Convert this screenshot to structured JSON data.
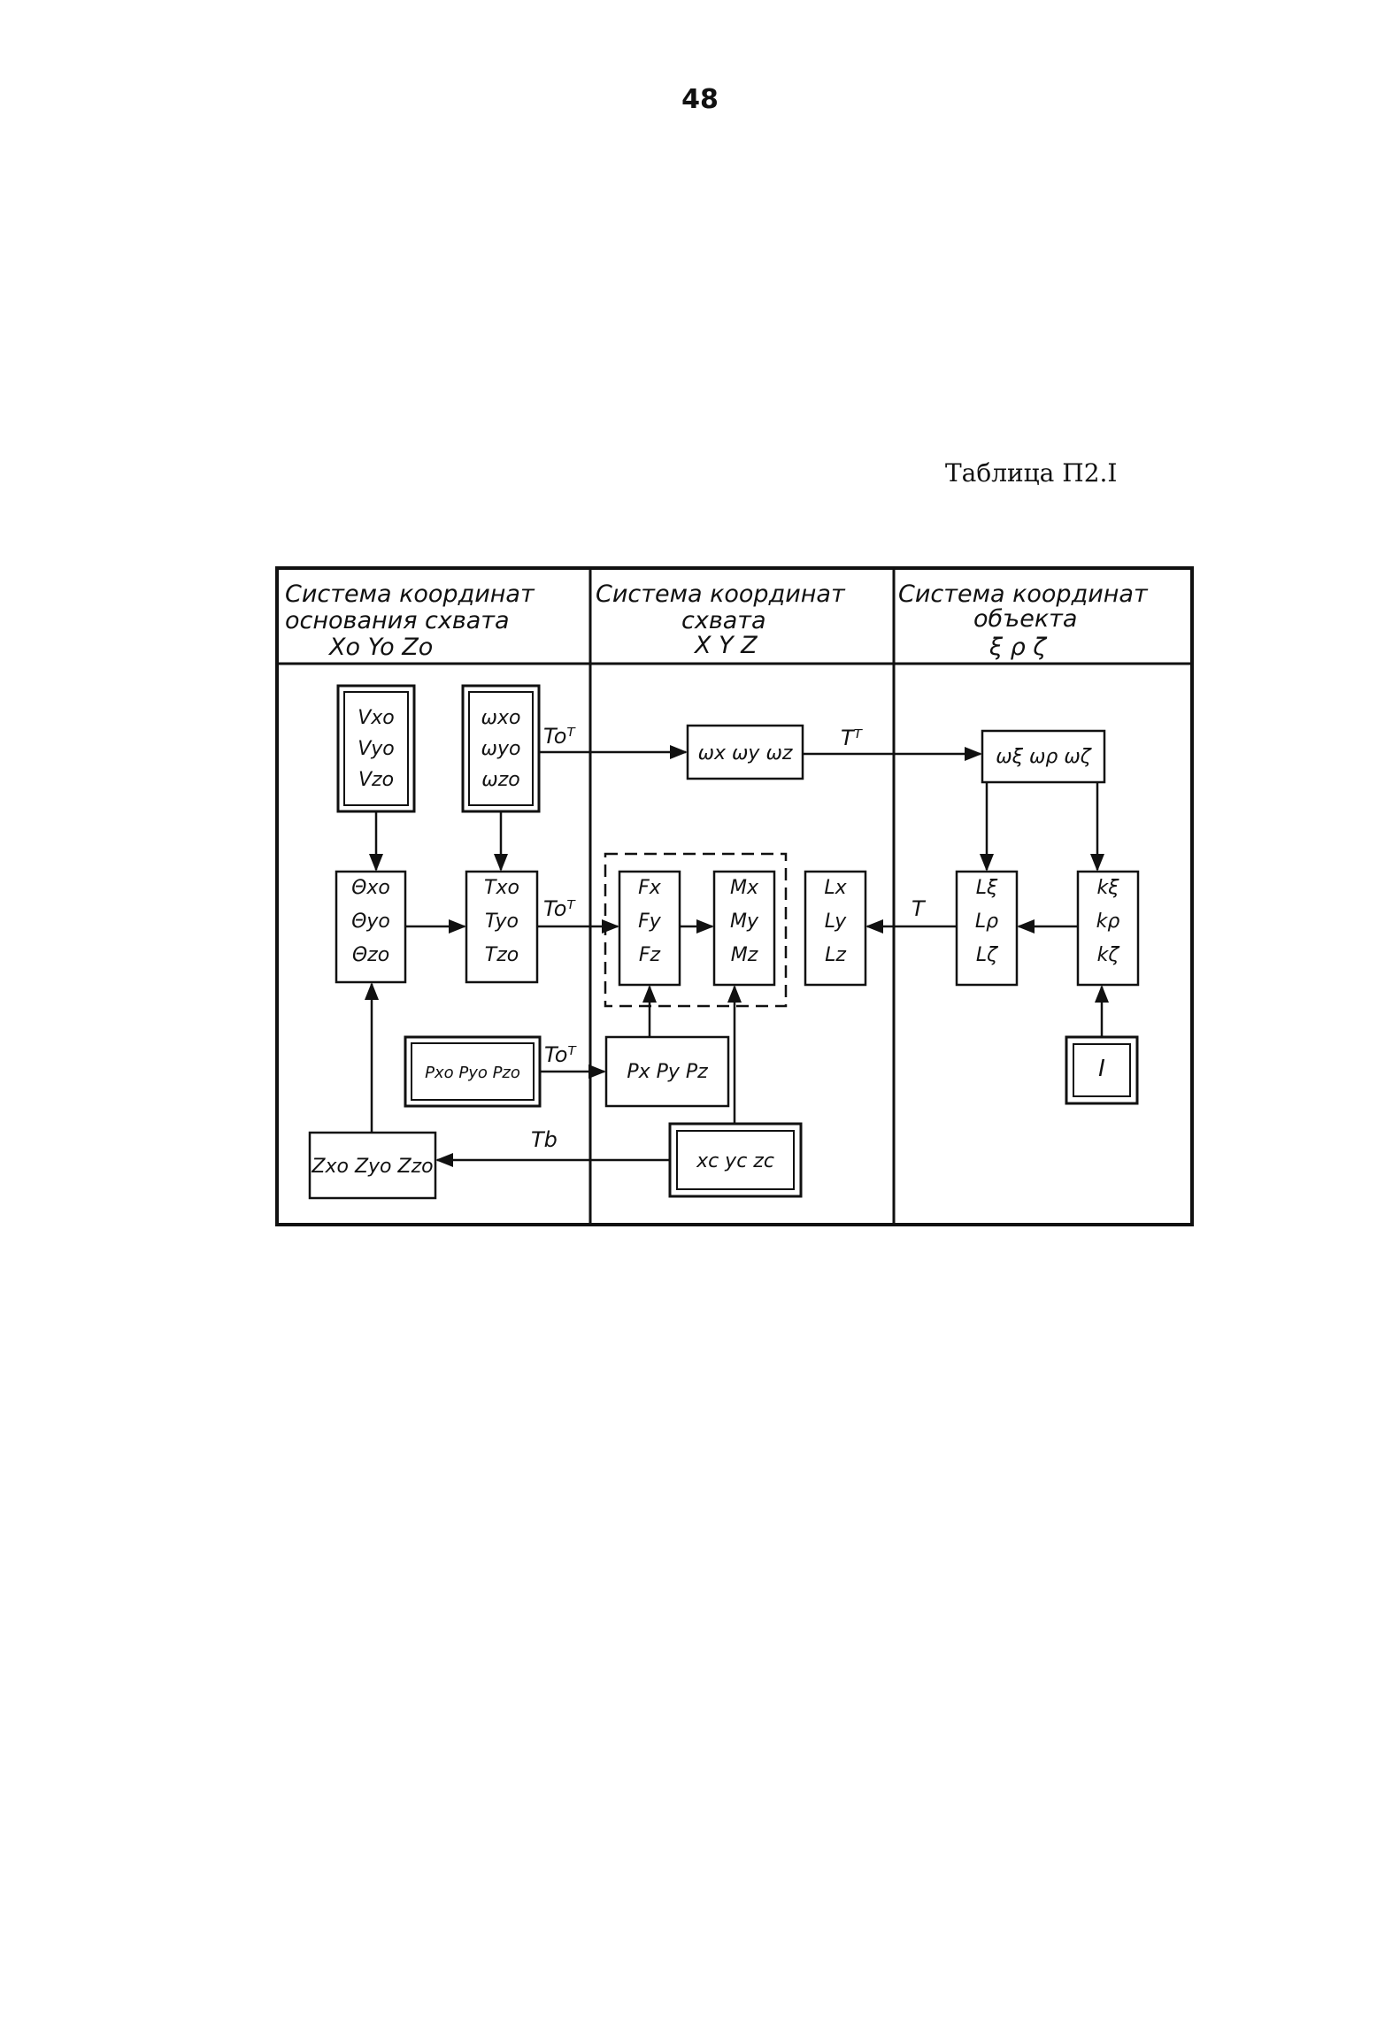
{
  "page": {
    "number": "48",
    "caption": "Таблица П2.I"
  },
  "columns": [
    {
      "header": [
        "Система координат",
        "основания схвата",
        "Xo Yo Zo"
      ]
    },
    {
      "header": [
        "Система координат",
        "схвата",
        "X Y Z"
      ]
    },
    {
      "header": [
        "Система координат",
        "объекта",
        "ξ ρ ζ"
      ]
    }
  ],
  "blocks": {
    "v0": [
      "Vxo",
      "Vyo",
      "Vzo"
    ],
    "w0": [
      "ωxo",
      "ωyo",
      "ωzo"
    ],
    "theta0": [
      "Θxo",
      "Θyo",
      "Θzo"
    ],
    "t0": [
      "Txo",
      "Tyo",
      "Tzo"
    ],
    "p0": "Pxo Pyo Pzo",
    "z0": "Zxo Zyo Zzo",
    "wxyz": "ωx ωy ωz",
    "f": [
      "Fx",
      "Fy",
      "Fz"
    ],
    "m": [
      "Mx",
      "My",
      "Mz"
    ],
    "pxyz": "Px Py Pz",
    "xyzc": "xc yc zc",
    "l": [
      "Lx",
      "Ly",
      "Lz"
    ],
    "wobj": "ωξ ωρ ωζ",
    "lobj": [
      "Lξ",
      "Lρ",
      "Lζ"
    ],
    "kobj": [
      "kξ",
      "kρ",
      "kζ"
    ],
    "inertia": "I"
  },
  "labels": {
    "to_top": "Toᵀ",
    "t_top": "Tᵀ",
    "to_mid": "Toᵀ",
    "t_mid": "T",
    "to_p": "Toᵀ",
    "tb": "Tb"
  }
}
